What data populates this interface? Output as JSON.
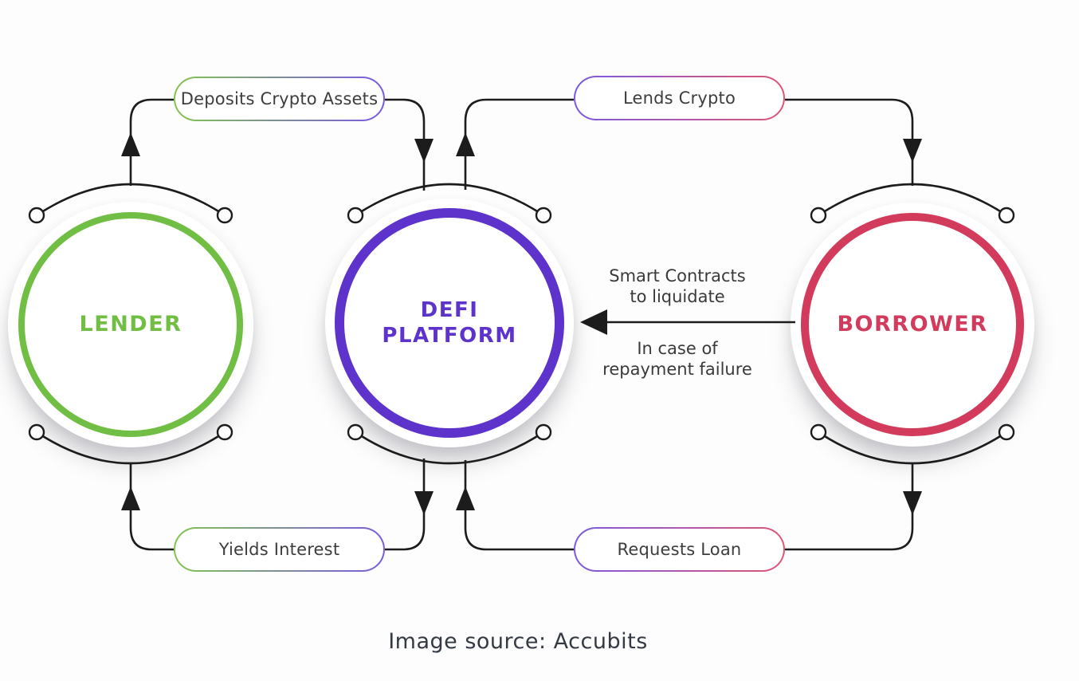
{
  "diagram": {
    "nodes": {
      "lender": {
        "label": "LENDER",
        "color": "#70bf44"
      },
      "platform": {
        "label_line1": "DEFI",
        "label_line2": "PLATFORM",
        "color": "#5d33cb"
      },
      "borrower": {
        "label": "BORROWER",
        "color": "#d23b5b"
      }
    },
    "flows": {
      "deposits": {
        "label": "Deposits Crypto Assets",
        "from": "LENDER",
        "to": "DEFI PLATFORM"
      },
      "lends": {
        "label": "Lends Crypto",
        "from": "DEFI PLATFORM",
        "to": "BORROWER"
      },
      "yields": {
        "label": "Yields Interest",
        "from": "DEFI PLATFORM",
        "to": "LENDER"
      },
      "requests": {
        "label": "Requests Loan",
        "from": "BORROWER",
        "to": "DEFI PLATFORM"
      }
    },
    "liquidation_note": {
      "line1": "Smart Contracts",
      "line2": "to liquidate",
      "line3": "In case of",
      "line4": "repayment failure",
      "from": "BORROWER",
      "to": "DEFI PLATFORM"
    },
    "connector_color": "#1c1c1c",
    "pill_gradient_green": "#82c44f",
    "pill_gradient_purple": "#7a5ae0",
    "pill_gradient_red": "#e05575"
  },
  "caption": {
    "text": "Image source: Accubits"
  }
}
